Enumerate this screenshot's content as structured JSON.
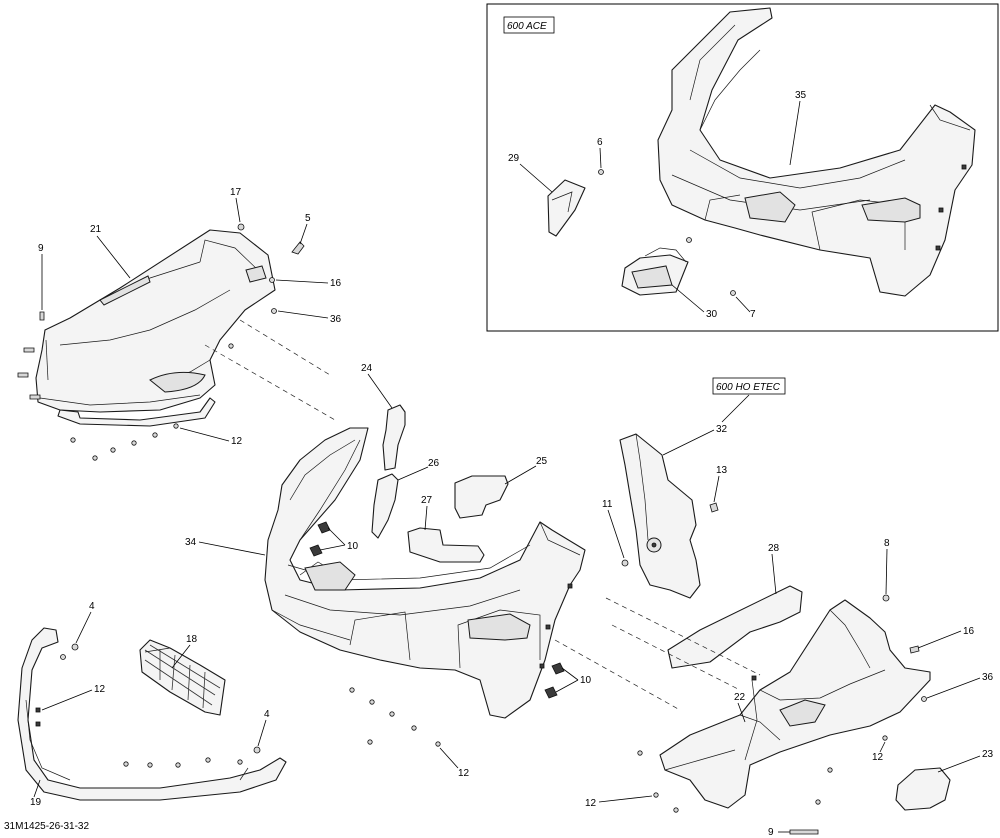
{
  "figure": {
    "drawing_number": "31M1425-26-31-32",
    "callouts": {
      "inset_box_label": "600 ACE",
      "variant_label": "600 HO ETEC"
    },
    "part_labels": {
      "p4a": "4",
      "p4b": "4",
      "p5": "5",
      "p6": "6",
      "p7": "7",
      "p8": "8",
      "p9a": "9",
      "p9b": "9",
      "p10a": "10",
      "p10b": "10",
      "p11": "11",
      "p12a": "12",
      "p12b": "12",
      "p12c": "12",
      "p12d": "12",
      "p12e": "12",
      "p13": "13",
      "p16a": "16",
      "p16b": "16",
      "p17": "17",
      "p18": "18",
      "p19": "19",
      "p21": "21",
      "p22": "22",
      "p23": "23",
      "p24": "24",
      "p25": "25",
      "p26": "26",
      "p27": "27",
      "p28": "28",
      "p29": "29",
      "p30": "30",
      "p32": "32",
      "p34": "34",
      "p35": "35",
      "p36a": "36",
      "p36b": "36"
    }
  }
}
